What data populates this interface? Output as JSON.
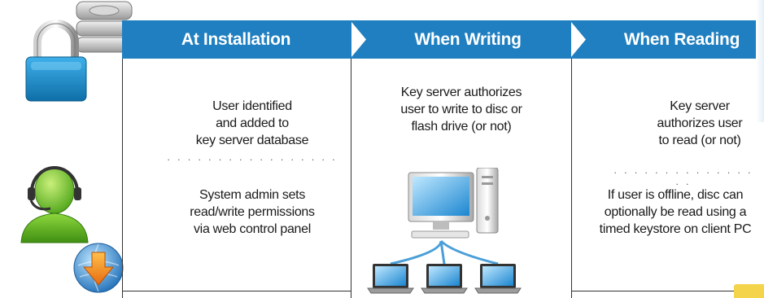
{
  "columns": [
    {
      "header": "At Installation"
    },
    {
      "header": "When Writing"
    },
    {
      "header": "When Reading"
    }
  ],
  "panels": {
    "installation": {
      "top_text": [
        "User identified",
        "and added to",
        "key server database"
      ],
      "dots": ". . . . . . . . . . . . . . . . .",
      "bottom_text": [
        "System admin sets",
        "read/write permissions",
        "via web control panel"
      ]
    },
    "writing": {
      "top_text": [
        "Key server authorizes",
        "user to write to disc or",
        "flash drive (or not)"
      ]
    },
    "reading": {
      "top_text": [
        "Key server",
        "authorizes user",
        "to read (or not)"
      ],
      "dots": ". . . . . . . . . . . . . . . .",
      "bottom_text": [
        "If user is offline, disc can",
        "optionally be read using a",
        "timed keystore on client PC"
      ]
    }
  },
  "colors": {
    "header_blue": "#1f7fc0",
    "lock_blue": "#1a8fd0",
    "user_green": "#6cc02a",
    "download_orange": "#f08a1c"
  },
  "icons": [
    "lock-icon",
    "server-drive-icon",
    "user-headset-icon",
    "download-globe-icon",
    "desktop-computer-icon",
    "laptop-icon"
  ]
}
